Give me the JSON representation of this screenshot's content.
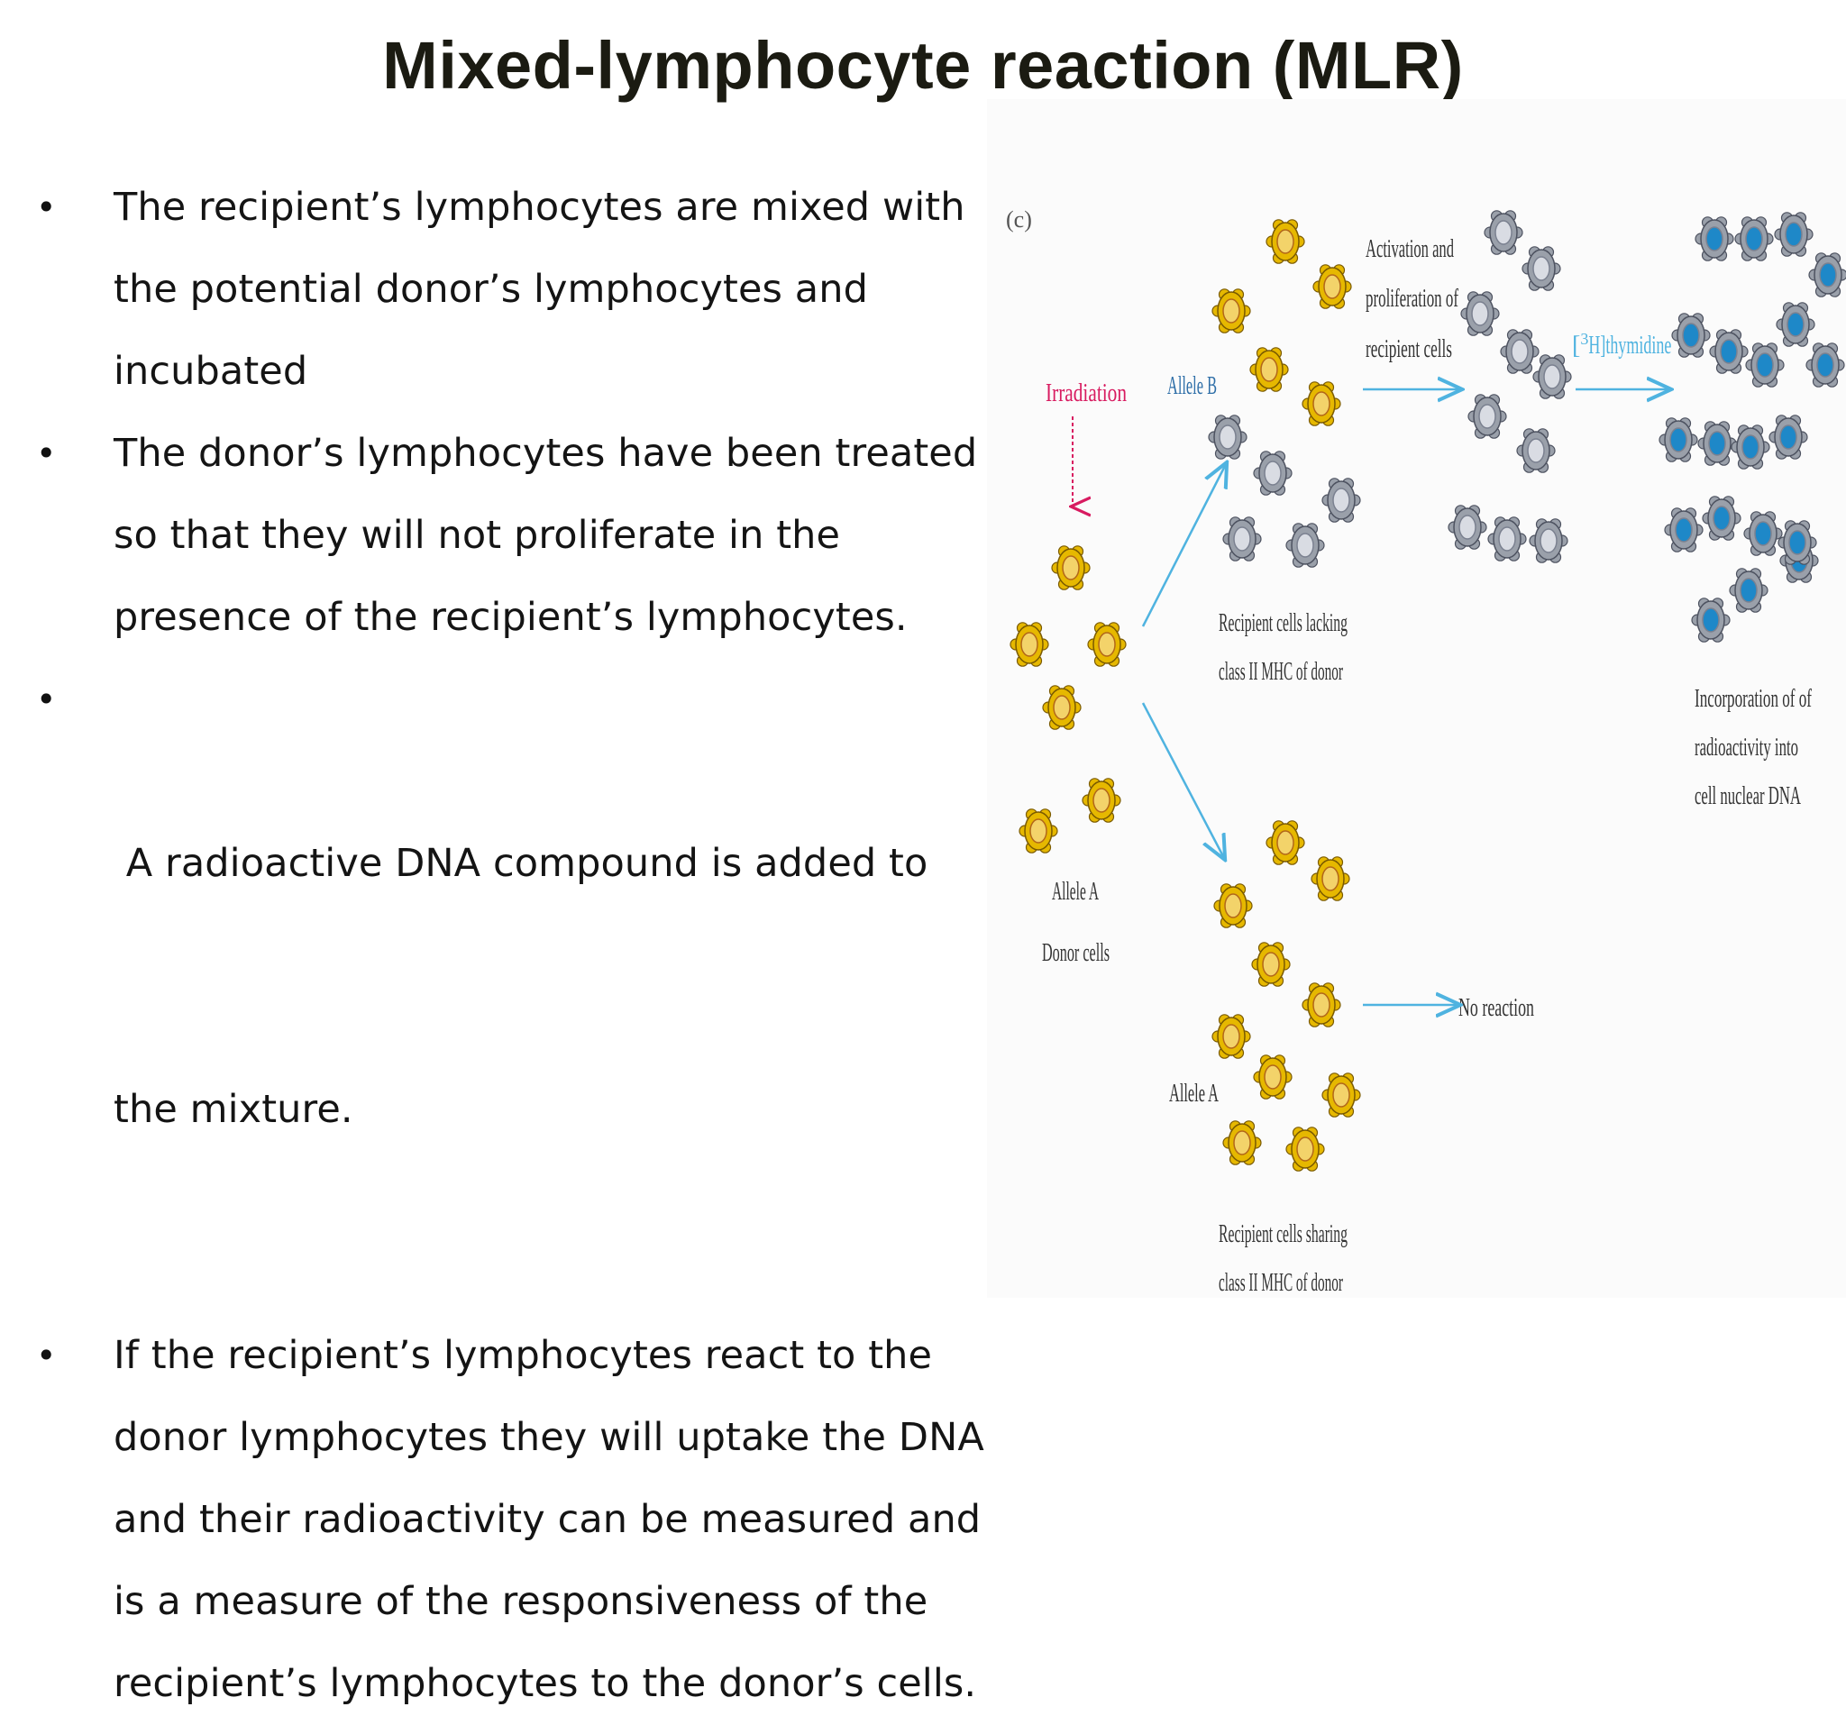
{
  "title": "Mixed-lymphocyte reaction (MLR)",
  "bullets": [
    {
      "lines": [
        "The recipient’s lymphocytes are mixed with",
        "the potential donor’s lymphocytes and",
        "incubated"
      ]
    },
    {
      "lines": [
        "The donor’s lymphocytes have been treated",
        "so that they will not proliferate in the",
        "presence of the recipient’s lymphocytes."
      ]
    },
    {
      "lines": [
        " A radioactive DNA compound is added to",
        "the mixture."
      ]
    },
    {
      "lines": [
        "If the recipient’s lymphocytes react to the",
        "donor lymphocytes they will uptake the DNA",
        "and their radioactivity can be measured and",
        "is a measure of the responsiveness of the",
        "recipient’s lymphocytes to the donor’s cells."
      ]
    }
  ],
  "diagram": {
    "panel_label": "(c)",
    "irradiation": "Irradiation",
    "allele_b": "Allele B",
    "allele_a_donor": "Allele A",
    "donor_cells": "Donor cells",
    "allele_a_recipient": "Allele A",
    "activation_lines": [
      "Activation and",
      "proliferation of",
      "recipient cells"
    ],
    "thymidine_sup": "3",
    "thymidine": "H]thymidine",
    "recipient_lacking": [
      "Recipient cells lacking",
      "class II MHC of donor"
    ],
    "recipient_sharing": [
      "Recipient cells sharing",
      "class II MHC of donor"
    ],
    "incorporation": [
      "Incorporation of of",
      "radioactivity into",
      "cell nuclear DNA"
    ],
    "no_reaction": "No reaction",
    "colors": {
      "irradiation": "#d81b60",
      "arrow": "#4fb3e0",
      "allele_b_label": "#2f6fa8",
      "donor_cell": "#e6b800",
      "recipient_cell": "#9aa0aa",
      "nucleus_blue": "#1e88c8"
    }
  }
}
